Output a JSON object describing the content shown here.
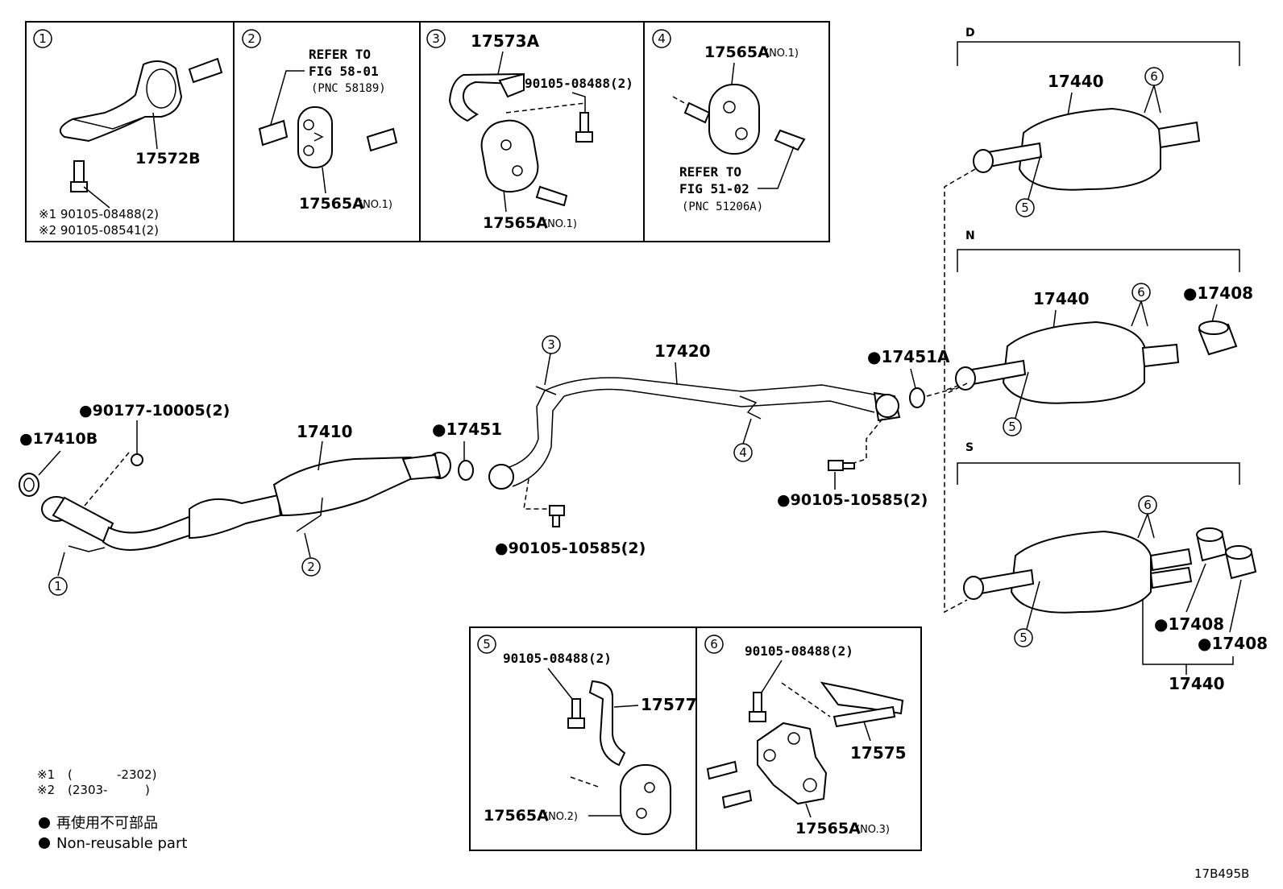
{
  "boxes": {
    "b1": {
      "num": "1",
      "part": "17572B",
      "bolt1": "※1 90105-08488(2)",
      "bolt2": "※2 90105-08541(2)"
    },
    "b2": {
      "num": "2",
      "ref1": "REFER TO",
      "ref2": "FIG 58-01",
      "ref3": "(PNC 58189)",
      "part": "17565A",
      "part_suffix": "(NO.1)"
    },
    "b3": {
      "num": "3",
      "part_top": "17573A",
      "bolt": "90105-08488(2)",
      "part": "17565A",
      "part_suffix": "(NO.1)"
    },
    "b4": {
      "num": "4",
      "part": "17565A",
      "part_suffix": "(NO.1)",
      "ref1": "REFER TO",
      "ref2": "FIG 51-02",
      "ref3": "(PNC 51206A)"
    },
    "b5": {
      "num": "5",
      "bolt": "90105-08488(2)",
      "bracket": "17577",
      "part": "17565A",
      "part_suffix": "(NO.2)"
    },
    "b6": {
      "num": "6",
      "bolt": "90105-08488(2)",
      "bracket": "17575",
      "part": "17565A",
      "part_suffix": "(NO.3)"
    }
  },
  "main": {
    "p17410B": "17410B",
    "p90177": "90177-10005(2)",
    "p17410": "17410",
    "p17451": "17451",
    "p17420": "17420",
    "p17451A": "17451A",
    "bolt_a": "90105-10585(2)",
    "bolt_b": "90105-10585(2)",
    "c1": "1",
    "c2": "2",
    "c3": "3",
    "c4": "4"
  },
  "variants": {
    "d": {
      "label": "D",
      "muffler": "17440",
      "c6": "6",
      "c5": "5"
    },
    "n": {
      "label": "N",
      "muffler": "17440",
      "tip": "17408",
      "c6": "6",
      "c5": "5"
    },
    "s": {
      "label": "S",
      "muffler": "17440",
      "tip1": "17408",
      "tip2": "17408",
      "c6": "6",
      "c5": "5"
    }
  },
  "notes": {
    "n1_mark": "※1",
    "n1_open": "(",
    "n1_val": "-2302)",
    "n2_mark": "※2",
    "n2_val": "(2303-",
    "n2_close": ")"
  },
  "legend": {
    "jp": "再使用不可部品",
    "en": "Non-reusable part"
  },
  "code": "17B495B"
}
